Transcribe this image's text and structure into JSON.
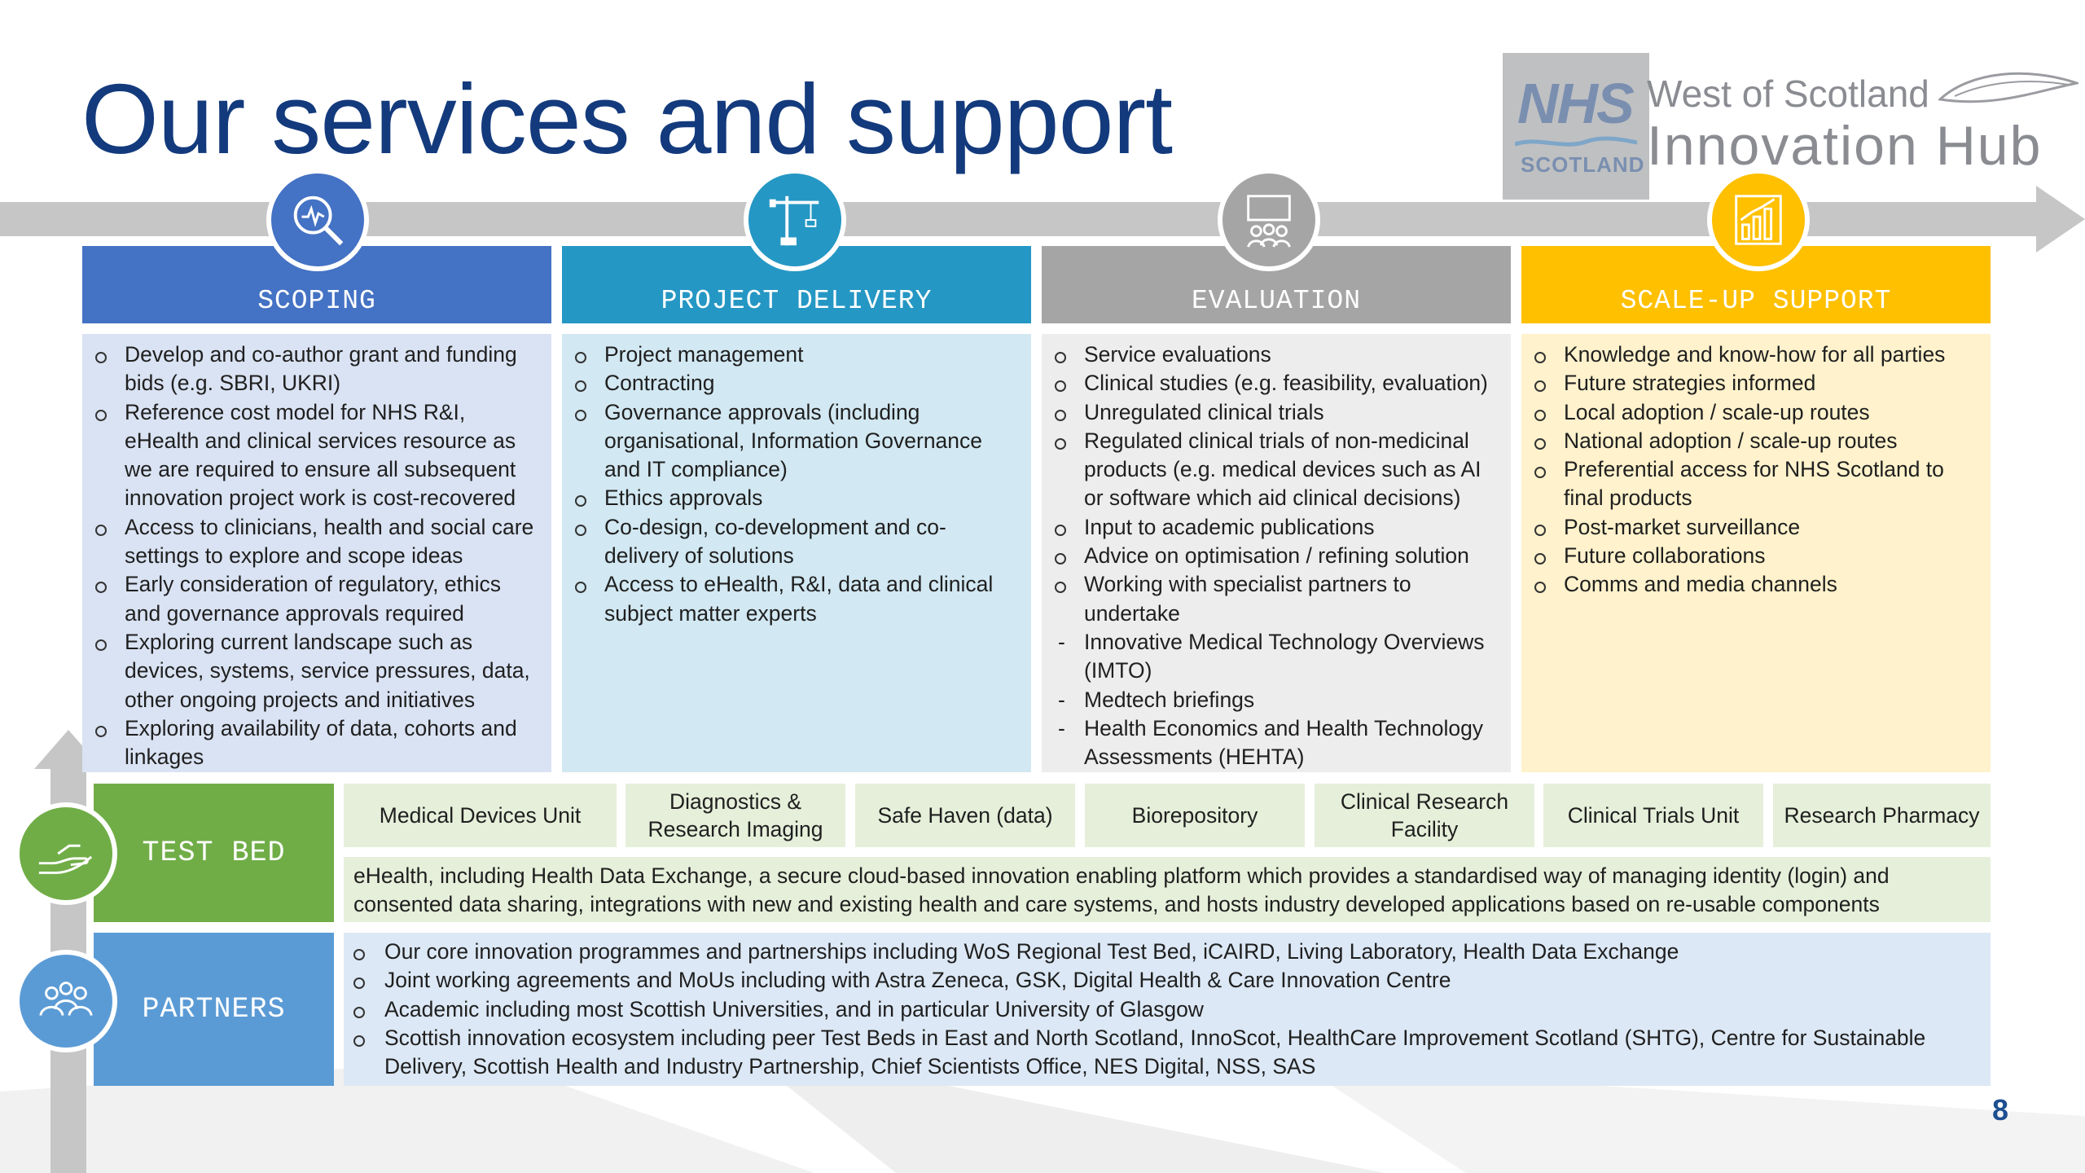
{
  "title": "Our services and support",
  "logo": {
    "nhs": "NHS",
    "scotland": "SCOTLAND",
    "line1": "West of Scotland",
    "line2": "Innovation Hub"
  },
  "colors": {
    "scoping": "#4472c4",
    "delivery": "#2597c4",
    "evaluation": "#a5a5a5",
    "scaleup": "#ffc000",
    "testbed": "#70ad47",
    "partners": "#5b9bd5"
  },
  "columns": [
    {
      "title": "SCOPING",
      "icon": "magnifier-chart-icon",
      "items": [
        "Develop and co-author grant and funding bids (e.g. SBRI, UKRI)",
        "Reference cost model for NHS R&I, eHealth and clinical services resource as we are required to ensure all subsequent innovation project work is cost-recovered",
        "Access to clinicians, health and social care settings to explore and scope ideas",
        "Early consideration of regulatory, ethics and governance approvals required",
        "Exploring current landscape such as devices, systems, service pressures, data, other ongoing projects and initiatives",
        "Exploring availability of data, cohorts and linkages"
      ]
    },
    {
      "title": "PROJECT DELIVERY",
      "icon": "crane-icon",
      "items": [
        "Project management",
        "Contracting",
        "Governance approvals (including organisational, Information Governance and IT compliance)",
        "Ethics approvals",
        "Co-design, co-development and co-delivery of solutions",
        "Access to eHealth, R&I, data and clinical subject matter experts"
      ]
    },
    {
      "title": "EVALUATION",
      "icon": "presentation-people-icon",
      "items": [
        "Service evaluations",
        "Clinical studies (e.g. feasibility, evaluation)",
        "Unregulated clinical trials",
        "Regulated clinical trials of non-medicinal products (e.g. medical devices such as AI or software which aid clinical decisions)",
        "Input to academic publications",
        "Advice on optimisation / refining solution",
        "Working with specialist partners to undertake"
      ],
      "subitems": [
        "Innovative Medical Technology Overviews (IMTO)",
        "Medtech briefings",
        "Health Economics and Health Technology Assessments (HEHTA)"
      ]
    },
    {
      "title": "SCALE-UP SUPPORT",
      "icon": "bar-chart-icon",
      "items": [
        "Knowledge and know-how for all parties",
        "Future strategies informed",
        "Local adoption / scale-up routes",
        "National adoption / scale-up routes",
        "Preferential access for NHS Scotland to final products",
        "Post-market surveillance",
        "Future collaborations",
        "Comms and media channels"
      ]
    }
  ],
  "testbed": {
    "label": "TEST BED",
    "icon": "hand-icon",
    "cells": [
      "Medical Devices Unit",
      "Diagnostics & Research Imaging",
      "Safe Haven (data)",
      "Biorepository",
      "Clinical Research Facility",
      "Clinical Trials Unit",
      "Research Pharmacy"
    ],
    "ehealth": "eHealth, including Health Data Exchange, a secure cloud-based innovation enabling platform which provides a standardised way of managing identity (login) and consented data sharing, integrations with new and existing health and care systems, and hosts industry developed applications based on re-usable components"
  },
  "partners": {
    "label": "PARTNERS",
    "icon": "people-network-icon",
    "items": [
      "Our core innovation programmes and partnerships including WoS Regional Test Bed, iCAIRD, Living Laboratory, Health Data Exchange",
      "Joint working agreements and MoUs including with Astra Zeneca, GSK, Digital Health & Care Innovation Centre",
      "Academic including most Scottish Universities, and in particular University of Glasgow",
      "Scottish innovation ecosystem including peer Test Beds in East and North Scotland, InnoScot, HealthCare Improvement Scotland (SHTG), Centre for Sustainable Delivery, Scottish Health and Industry Partnership, Chief Scientists Office, NES Digital, NSS, SAS"
    ]
  },
  "page_number": "8"
}
